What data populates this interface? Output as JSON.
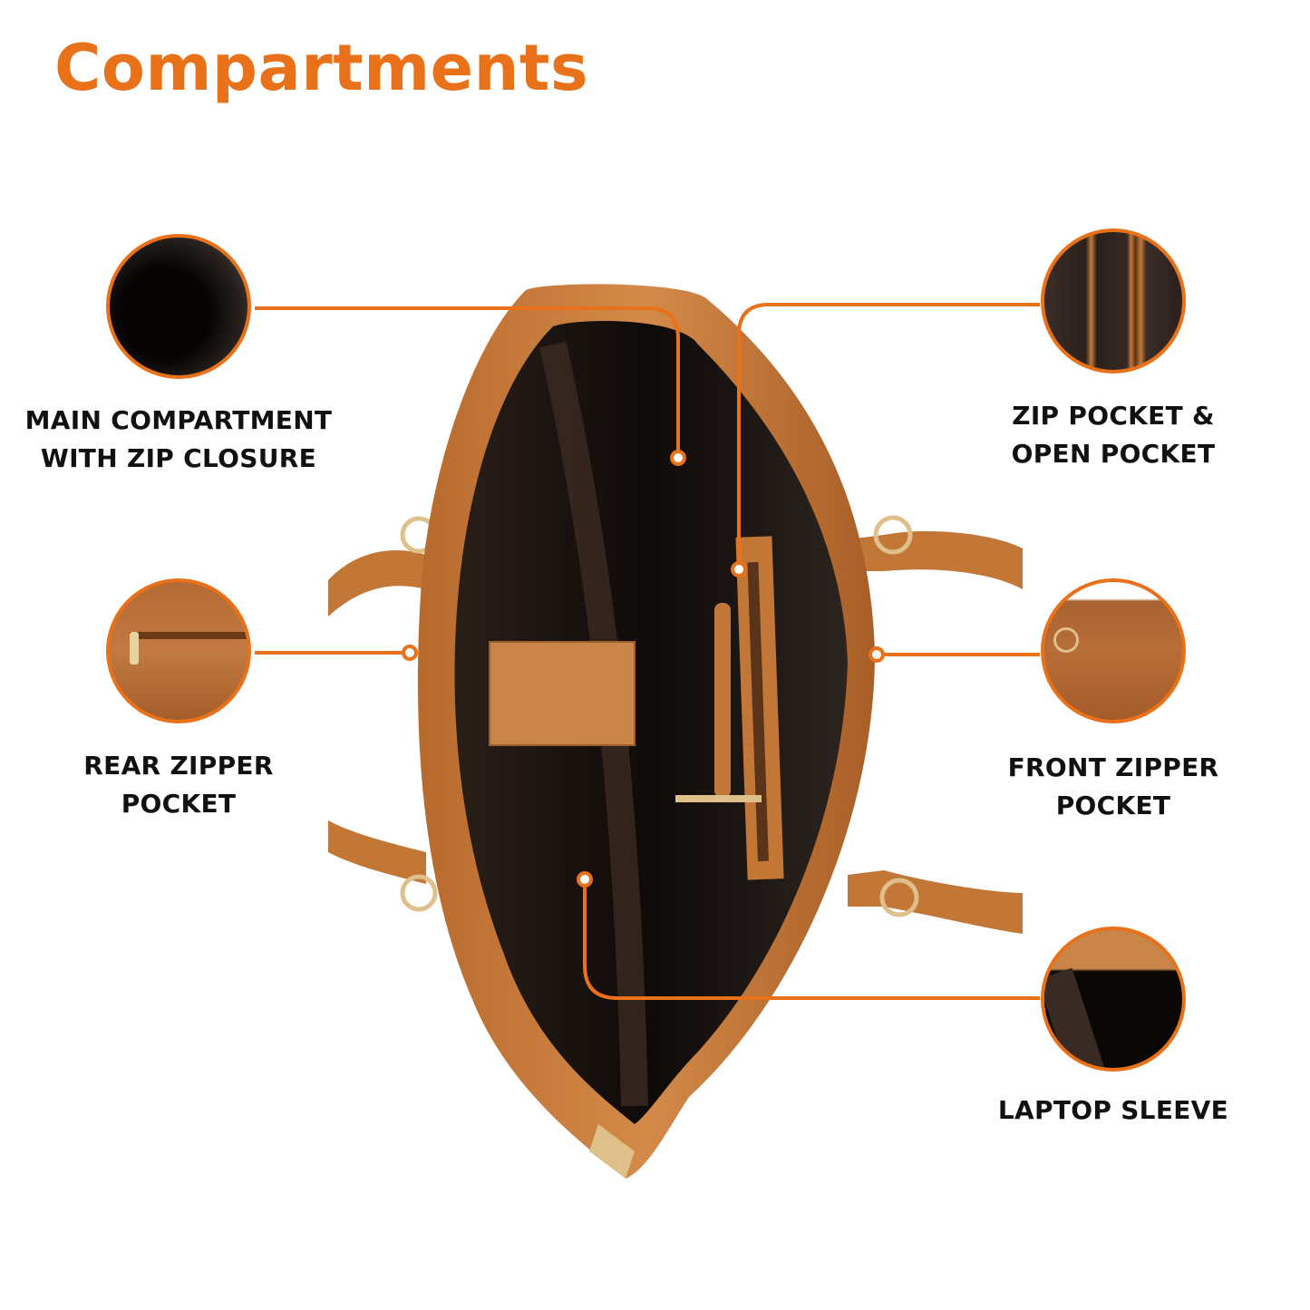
{
  "title": "Compartments",
  "accent_color": "#E8711A",
  "callouts": [
    {
      "id": "main-compartment",
      "lines": [
        "MAIN COMPARTMENT",
        "WITH ZIP CLOSURE"
      ]
    },
    {
      "id": "rear-zipper-pocket",
      "lines": [
        "REAR ZIPPER",
        "POCKET"
      ]
    },
    {
      "id": "zip-open-pocket",
      "lines": [
        "ZIP POCKET &",
        "OPEN POCKET"
      ]
    },
    {
      "id": "front-zipper-pocket",
      "lines": [
        "FRONT ZIPPER",
        "POCKET"
      ]
    },
    {
      "id": "laptop-sleeve",
      "lines": [
        "LAPTOP SLEEVE"
      ]
    }
  ]
}
